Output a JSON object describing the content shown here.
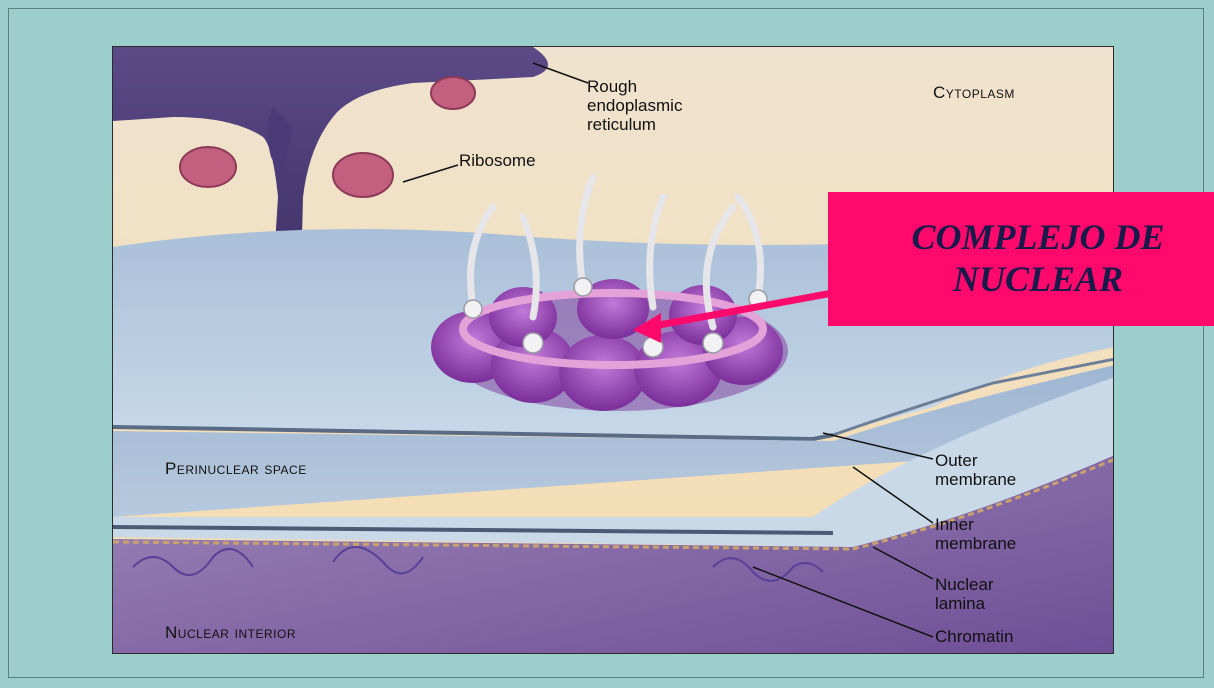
{
  "labels": {
    "rough_er": "Rough\nendoplasmic\nreticulum",
    "cytoplasm": "Cytoplasm",
    "ribosome": "Ribosome",
    "perinuclear_space": "Perinuclear space",
    "outer_membrane": "Outer\nmembrane",
    "inner_membrane": "Inner\nmembrane",
    "nuclear_lamina": "Nuclear\nlamina",
    "nuclear_interior": "Nuclear interior",
    "chromatin": "Chromatin"
  },
  "callout": {
    "text": "COMPLEJO DE\nNUCLEAR",
    "color": "#ff0a6c"
  },
  "colors": {
    "background": "#9ccfcc",
    "cytoplasm": "#f4e2c3",
    "membrane": "#bcd0e4",
    "nucleus": "#8a6aa8",
    "pore": "#9a4bb8"
  }
}
